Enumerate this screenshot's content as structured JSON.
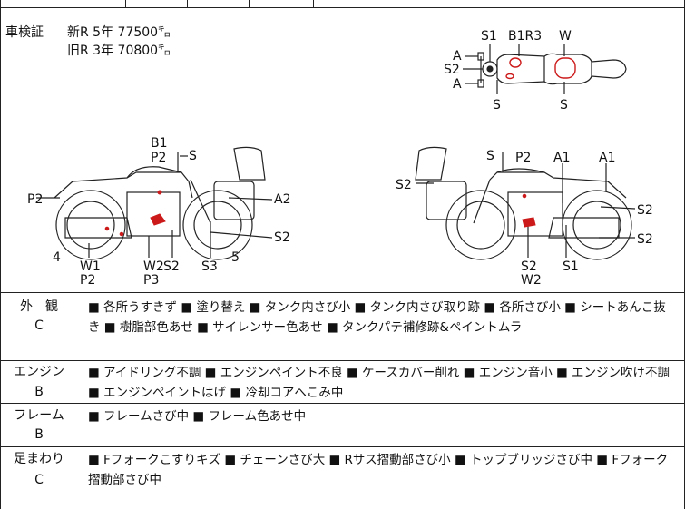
{
  "inspection": {
    "label": "車検証",
    "new_line": "新R  5年  77500㌔",
    "old_line": "旧R  3年  70800㌔"
  },
  "top_view": {
    "labels": {
      "s1": "S1",
      "b1r3": "B1R3",
      "w": "W",
      "a_top": "A",
      "s2": "S2",
      "a_bottom": "A",
      "s_left": "S",
      "s_right": "S"
    }
  },
  "left_view": {
    "labels": {
      "b1": "B1",
      "p2_top": "P2",
      "s": "S",
      "p2_left": "P2",
      "a2": "A2",
      "s2_right": "S2",
      "four": "4",
      "w1": "W1",
      "p2_bottom": "P2",
      "w2": "W2",
      "s2_bottom": "S2",
      "p3": "P3",
      "s3": "S3",
      "five": "5"
    }
  },
  "right_view": {
    "labels": {
      "s": "S",
      "p2": "P2",
      "a1_a": "A1",
      "a1_b": "A1",
      "s2_left": "S2",
      "s2_right_a": "S2",
      "s2_right_b": "S2",
      "s2_bottom": "S2",
      "w2": "W2",
      "s1": "S1"
    }
  },
  "condition": [
    {
      "label": "外　観",
      "grade": "C",
      "text": "■ 各所うすきず ■ 塗り替え ■ タンク内さび小 ■ タンク内さび取り跡 ■ 各所さび小 ■ シートあんこ抜き ■ 樹脂部色あせ ■ サイレンサー色あせ ■ タンクパテ補修跡&ペイントムラ"
    },
    {
      "label": "エンジン",
      "grade": "B",
      "text": "■ アイドリング不調 ■ エンジンペイント不良 ■ ケースカバー削れ ■ エンジン音小 ■ エンジン吹け不調 ■ エンジンペイントはげ ■ 冷却コアへこみ中"
    },
    {
      "label": "フレーム",
      "grade": "B",
      "text": "■ フレームさび中 ■ フレーム色あせ中"
    },
    {
      "label": "足まわり",
      "grade": "C",
      "text": "■ Fフォークこすりキズ ■ チェーンさび大 ■ Rサス摺動部さび小 ■ トップブリッジさび中 ■ Fフォーク摺動部さび中"
    }
  ],
  "colors": {
    "damage_mark": "#cc1a1a",
    "line": "#222222"
  }
}
